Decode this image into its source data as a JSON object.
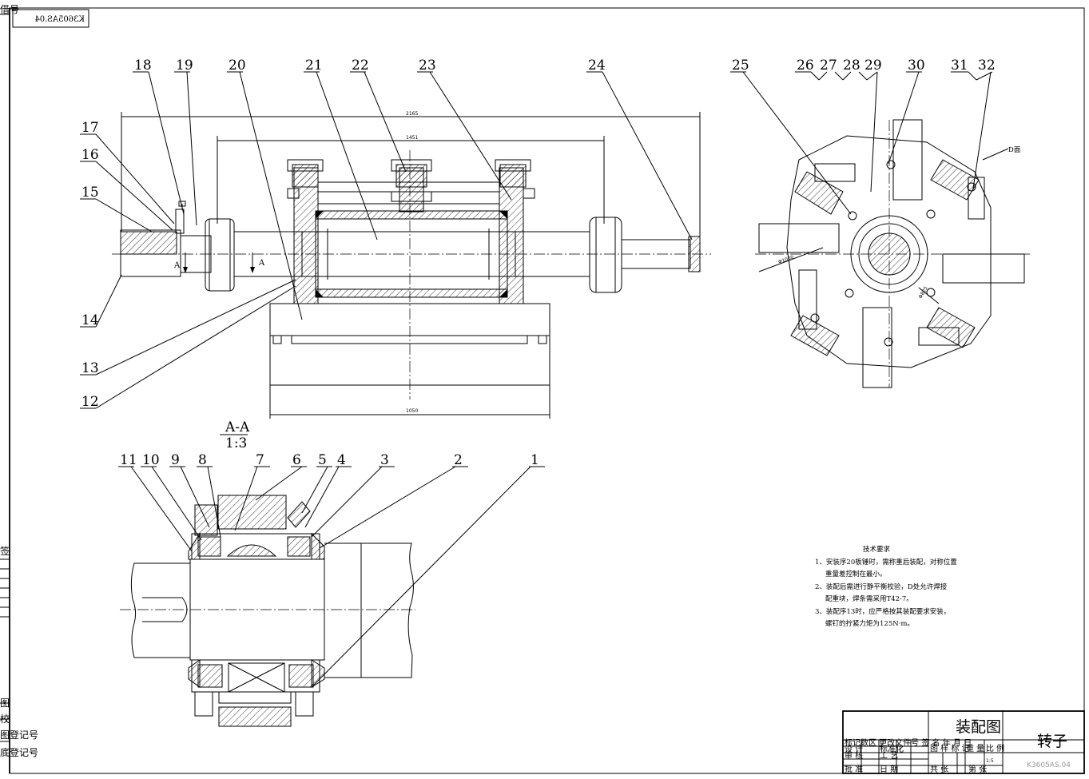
{
  "drawing": {
    "code": "K3605AS.04",
    "code_mirrored": "K3605AS.04",
    "title_cn": "装配图",
    "part_name": "转子",
    "section_title": "A-A",
    "section_scale": "1:3",
    "view_label_d": "D面",
    "section_mark": "A",
    "dimensions": {
      "overall": "2165",
      "inner": "1451",
      "base": "1050",
      "radius_outer": "Φ1000",
      "radius_inner": "Φ825"
    },
    "balloons_main": [
      "18",
      "19",
      "20",
      "21",
      "22",
      "23",
      "24",
      "17",
      "16",
      "15",
      "14",
      "13",
      "12"
    ],
    "balloons_end": [
      "25",
      "26",
      "27",
      "28",
      "29",
      "30",
      "31",
      "32"
    ],
    "balloons_section": [
      "11",
      "10",
      "9",
      "8",
      "7",
      "6",
      "5",
      "4",
      "3",
      "2",
      "1"
    ],
    "tech_req": {
      "heading": "技术要求",
      "lines": [
        "1、安装序20板锤时，需称重后装配，对称位置",
        "重量差控制在最小。",
        "2、装配后需进行静平衡校验，D处允许焊接",
        "配重块，焊条需采用T42-7。",
        "3、装配序13时，应严格按其装配要求安装，",
        "螺钉的拧紧力矩为125N·m。"
      ]
    },
    "title_block": {
      "row1": "标记数区 更改文件号 签 名 年 月 日",
      "row2_a": "设 计",
      "row2_b": "标准化",
      "row2_c": "图 样 标 记",
      "row2_d": "重 量",
      "row2_e": "比 例",
      "row3_a": "审 核",
      "row3_b": "工 艺",
      "row3_c": "批 准",
      "row3_d": "日 期",
      "sheets_total": "共 张",
      "sheet_no": "第 张",
      "scale_value": "1:5"
    },
    "left_strip": {
      "top": "借号",
      "sign": "签",
      "draw": "图",
      "check": "校",
      "reg1": "图登记号",
      "reg2": "底登记号"
    }
  }
}
